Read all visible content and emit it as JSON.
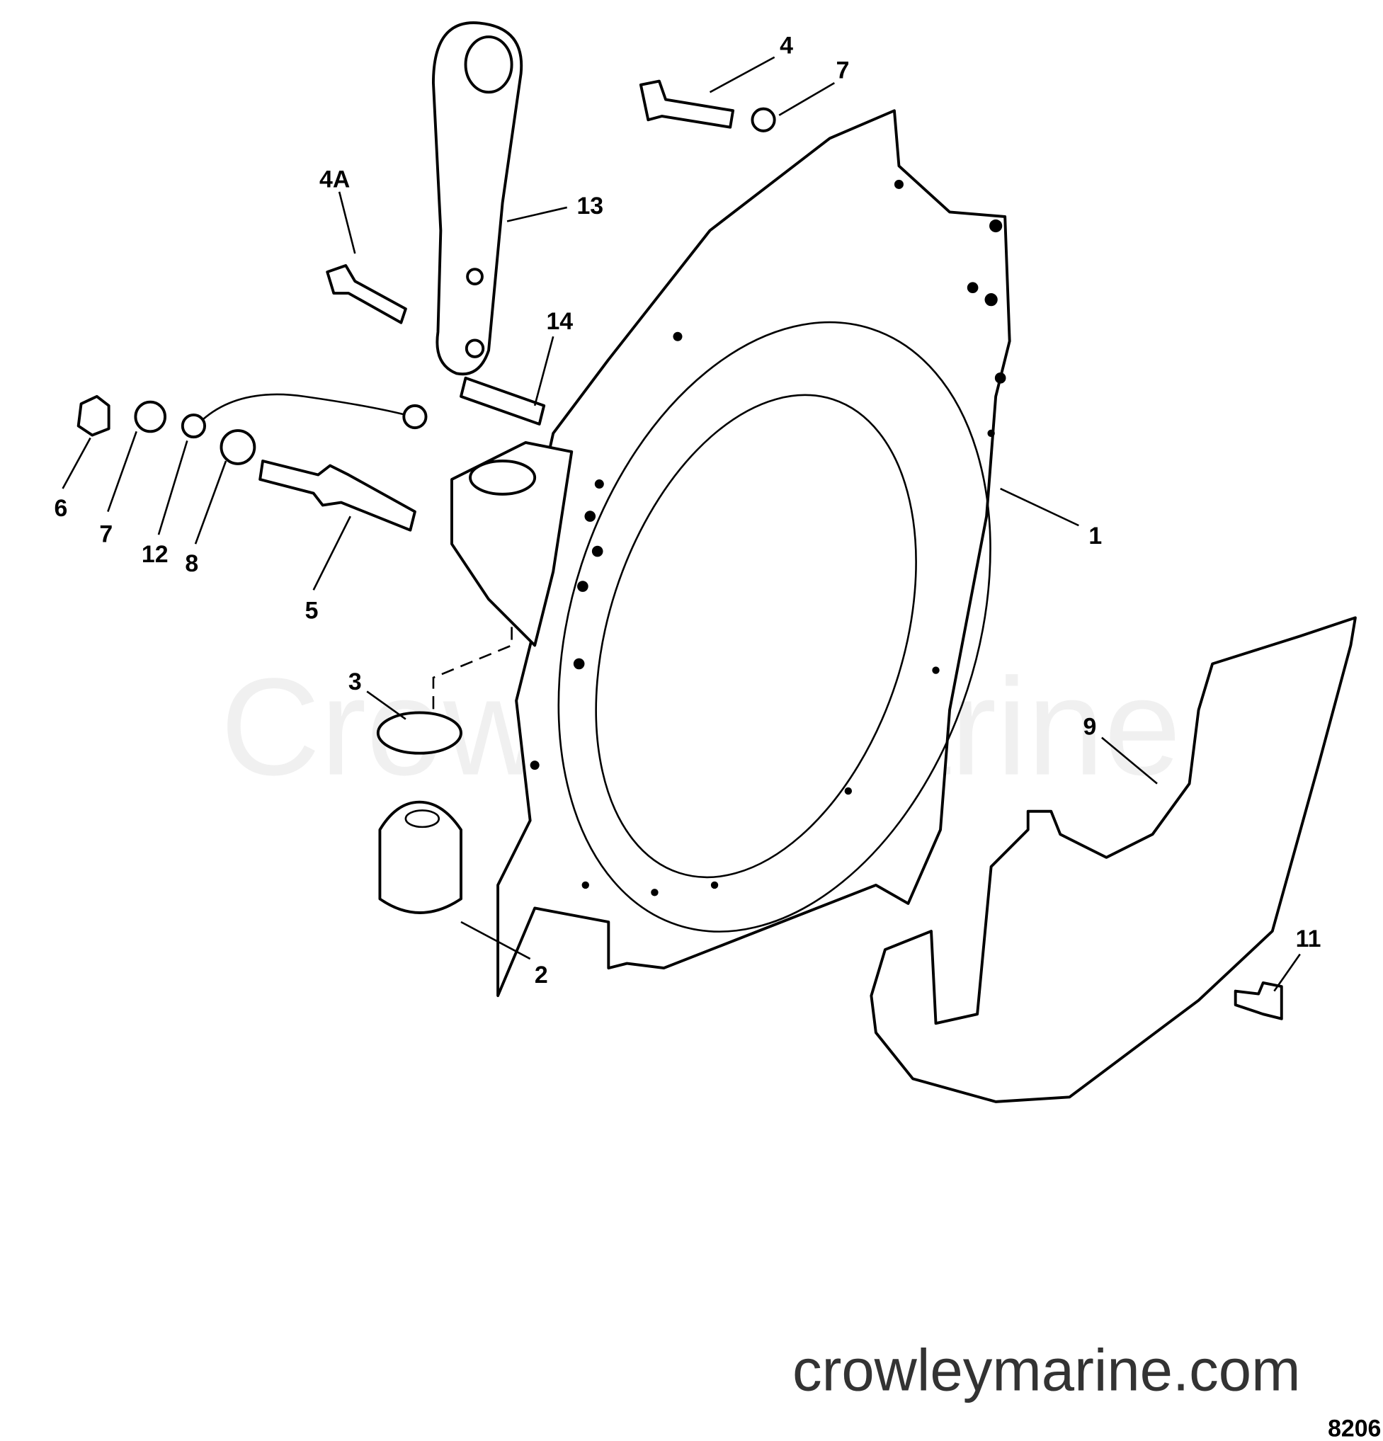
{
  "watermark": "Crowley Marine",
  "website": "crowleymarine.com",
  "figure_number": "8206",
  "callouts": {
    "c1": "1",
    "c2": "2",
    "c3": "3",
    "c4": "4",
    "c4a": "4A",
    "c5": "5",
    "c6": "6",
    "c7a": "7",
    "c7b": "7",
    "c8": "8",
    "c9": "9",
    "c11": "11",
    "c12": "12",
    "c13": "13",
    "c14": "14"
  }
}
